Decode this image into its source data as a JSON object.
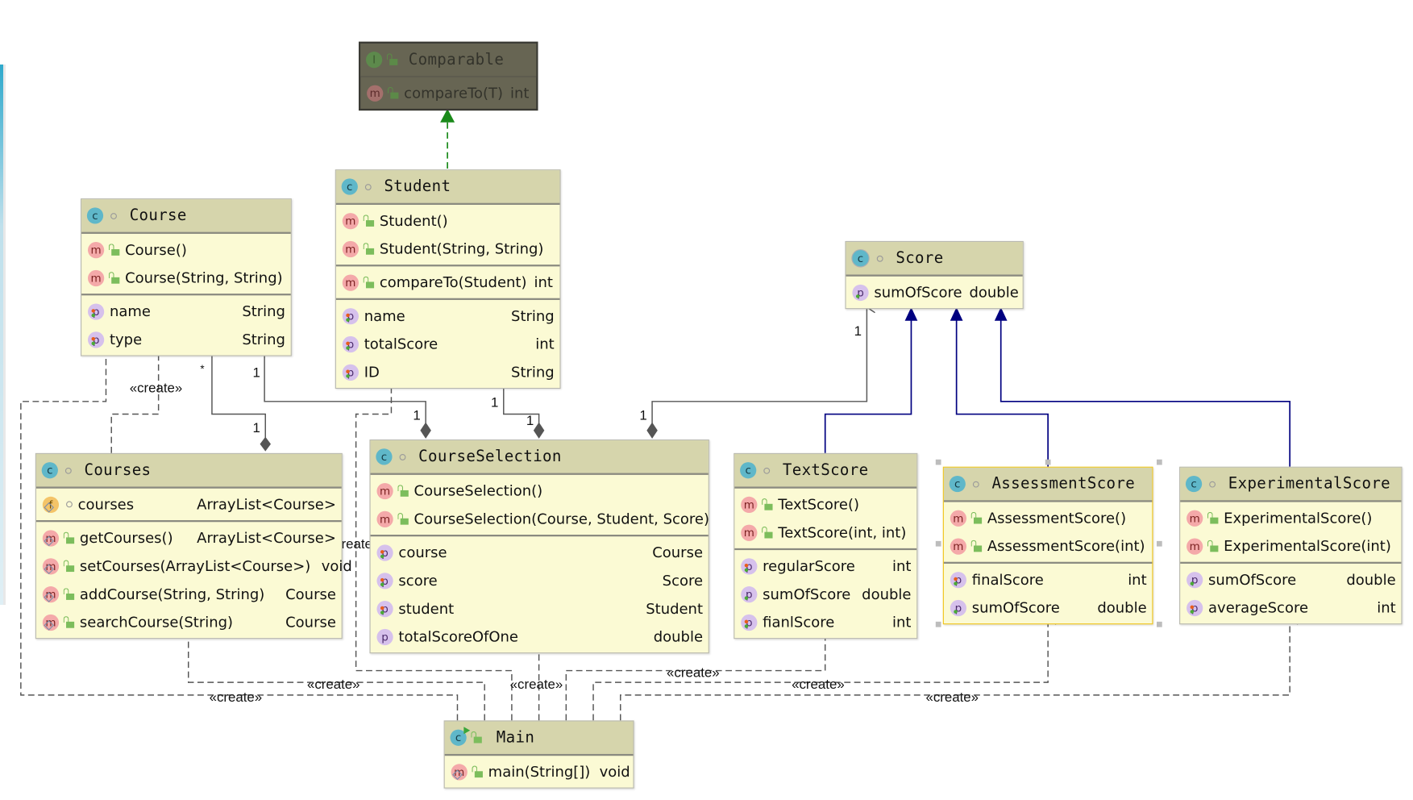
{
  "diagram": {
    "type": "uml-class-diagram",
    "classes": {
      "comparable": {
        "kind": "interface",
        "kind_icon": "interface-icon",
        "name": "Comparable",
        "methods": [
          {
            "name": "compareTo(T)",
            "type": "int"
          }
        ]
      },
      "student": {
        "kind": "class",
        "name": "Student",
        "constructors": [
          {
            "name": "Student()"
          },
          {
            "name": "Student(String, String)"
          }
        ],
        "methods": [
          {
            "name": "compareTo(Student)",
            "type": "int"
          }
        ],
        "properties": [
          {
            "name": "name",
            "type": "String"
          },
          {
            "name": "totalScore",
            "type": "int"
          },
          {
            "name": "ID",
            "type": "String"
          }
        ]
      },
      "course": {
        "kind": "class",
        "name": "Course",
        "constructors": [
          {
            "name": "Course()"
          },
          {
            "name": "Course(String, String)"
          }
        ],
        "properties": [
          {
            "name": "name",
            "type": "String"
          },
          {
            "name": "type",
            "type": "String"
          }
        ]
      },
      "courses": {
        "kind": "class",
        "name": "Courses",
        "fields": [
          {
            "name": "courses",
            "type": "ArrayList<Course>"
          }
        ],
        "methods": [
          {
            "name": "getCourses()",
            "type": "ArrayList<Course>"
          },
          {
            "name": "setCourses(ArrayList<Course>)",
            "type": "void"
          },
          {
            "name": "addCourse(String, String)",
            "type": "Course"
          },
          {
            "name": "searchCourse(String)",
            "type": "Course"
          }
        ]
      },
      "courseSelection": {
        "kind": "class",
        "name": "CourseSelection",
        "constructors": [
          {
            "name": "CourseSelection()"
          },
          {
            "name": "CourseSelection(Course, Student, Score)"
          }
        ],
        "properties": [
          {
            "name": "course",
            "type": "Course"
          },
          {
            "name": "score",
            "type": "Score"
          },
          {
            "name": "student",
            "type": "Student"
          },
          {
            "name": "totalScoreOfOne",
            "type": "double"
          }
        ]
      },
      "score": {
        "kind": "abstract-class",
        "name": "Score",
        "properties": [
          {
            "name": "sumOfScore",
            "type": "double"
          }
        ]
      },
      "textScore": {
        "kind": "class",
        "name": "TextScore",
        "constructors": [
          {
            "name": "TextScore()"
          },
          {
            "name": "TextScore(int, int)"
          }
        ],
        "properties": [
          {
            "name": "regularScore",
            "type": "int"
          },
          {
            "name": "sumOfScore",
            "type": "double"
          },
          {
            "name": "fianlScore",
            "type": "int"
          }
        ]
      },
      "assessmentScore": {
        "kind": "class",
        "name": "AssessmentScore",
        "selected": true,
        "constructors": [
          {
            "name": "AssessmentScore()"
          },
          {
            "name": "AssessmentScore(int)"
          }
        ],
        "properties": [
          {
            "name": "finalScore",
            "type": "int"
          },
          {
            "name": "sumOfScore",
            "type": "double"
          }
        ]
      },
      "experimentalScore": {
        "kind": "class",
        "name": "ExperimentalScore",
        "constructors": [
          {
            "name": "ExperimentalScore()"
          },
          {
            "name": "ExperimentalScore(int)"
          }
        ],
        "properties": [
          {
            "name": "sumOfScore",
            "type": "double"
          },
          {
            "name": "averageScore",
            "type": "int"
          }
        ]
      },
      "main": {
        "kind": "class",
        "name": "Main",
        "methods": [
          {
            "name": "main(String[])",
            "type": "void"
          }
        ]
      }
    },
    "icon_letters": {
      "class": "c",
      "interface": "I",
      "method": "m",
      "property": "p",
      "field": "f"
    },
    "labels": {
      "create": "«create»",
      "one": "1",
      "many": "*"
    },
    "relationships": [
      {
        "from": "Student",
        "to": "Comparable",
        "type": "realization"
      },
      {
        "from": "Courses",
        "to": "Course",
        "type": "create"
      },
      {
        "from": "Courses",
        "to": "Course",
        "type": "composition",
        "source_mult": "1",
        "target_mult": "*"
      },
      {
        "from": "CourseSelection",
        "to": "Course",
        "type": "composition",
        "source_mult": "1",
        "target_mult": "1"
      },
      {
        "from": "CourseSelection",
        "to": "Student",
        "type": "composition",
        "source_mult": "1",
        "target_mult": "1"
      },
      {
        "from": "CourseSelection",
        "to": "Score",
        "type": "composition",
        "source_mult": "1",
        "target_mult": "1"
      },
      {
        "from": "TextScore",
        "to": "Score",
        "type": "generalization"
      },
      {
        "from": "AssessmentScore",
        "to": "Score",
        "type": "generalization"
      },
      {
        "from": "ExperimentalScore",
        "to": "Score",
        "type": "generalization"
      },
      {
        "from": "Main",
        "to": "Course",
        "type": "create"
      },
      {
        "from": "Main",
        "to": "Courses",
        "type": "create"
      },
      {
        "from": "Main",
        "to": "Student",
        "type": "create"
      },
      {
        "from": "Main",
        "to": "CourseSelection",
        "type": "create"
      },
      {
        "from": "Main",
        "to": "TextScore",
        "type": "create"
      },
      {
        "from": "Main",
        "to": "AssessmentScore",
        "type": "create"
      },
      {
        "from": "Main",
        "to": "ExperimentalScore",
        "type": "create"
      }
    ],
    "colors": {
      "class_header": "#d6d5ac",
      "class_body": "#fbfad4",
      "interface_dark": "#676553",
      "realization_arrow": "#1a8a1a",
      "generalization_arrow": "#000080",
      "association_line": "#555555",
      "selection_border": "#f0c419"
    }
  }
}
